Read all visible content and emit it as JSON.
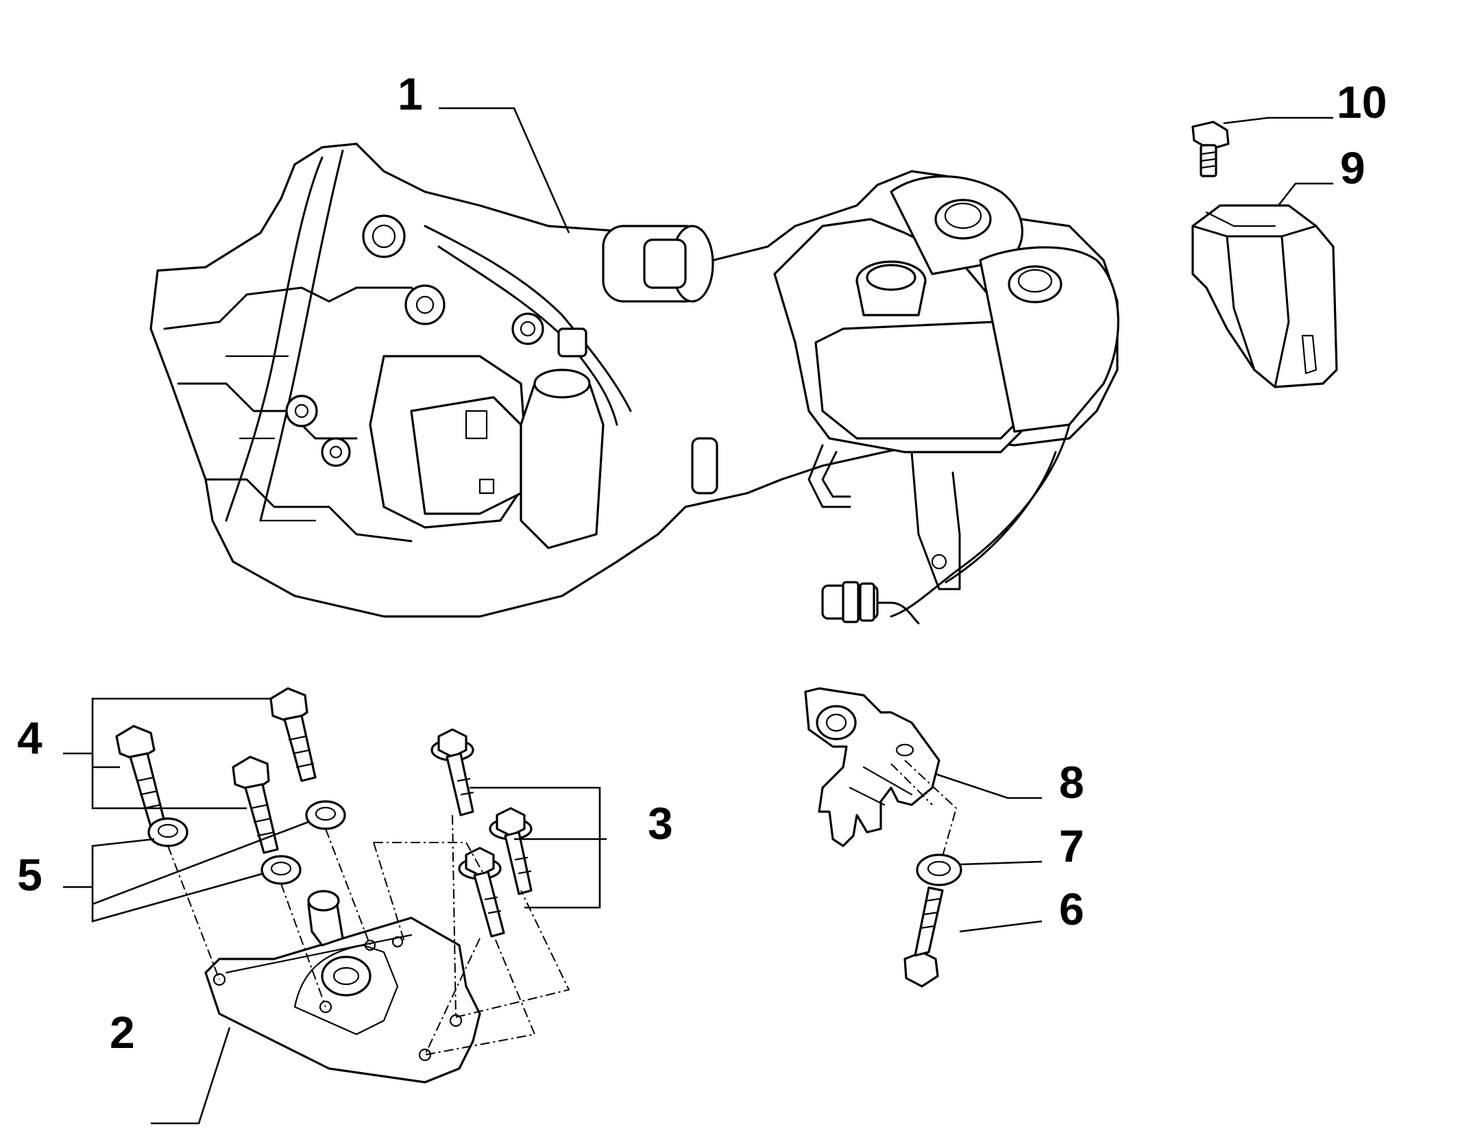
{
  "callouts": [
    {
      "id": "1",
      "label": "1",
      "part": "gearbox-actuator-assembly"
    },
    {
      "id": "2",
      "label": "2",
      "part": "mounting-plate"
    },
    {
      "id": "3",
      "label": "3",
      "part": "flanged-bolts"
    },
    {
      "id": "4",
      "label": "4",
      "part": "hex-bolts"
    },
    {
      "id": "5",
      "label": "5",
      "part": "washers"
    },
    {
      "id": "6",
      "label": "6",
      "part": "bolt"
    },
    {
      "id": "7",
      "label": "7",
      "part": "washer"
    },
    {
      "id": "8",
      "label": "8",
      "part": "bracket-clip"
    },
    {
      "id": "9",
      "label": "9",
      "part": "cover"
    },
    {
      "id": "10",
      "label": "10",
      "part": "bolt"
    }
  ]
}
